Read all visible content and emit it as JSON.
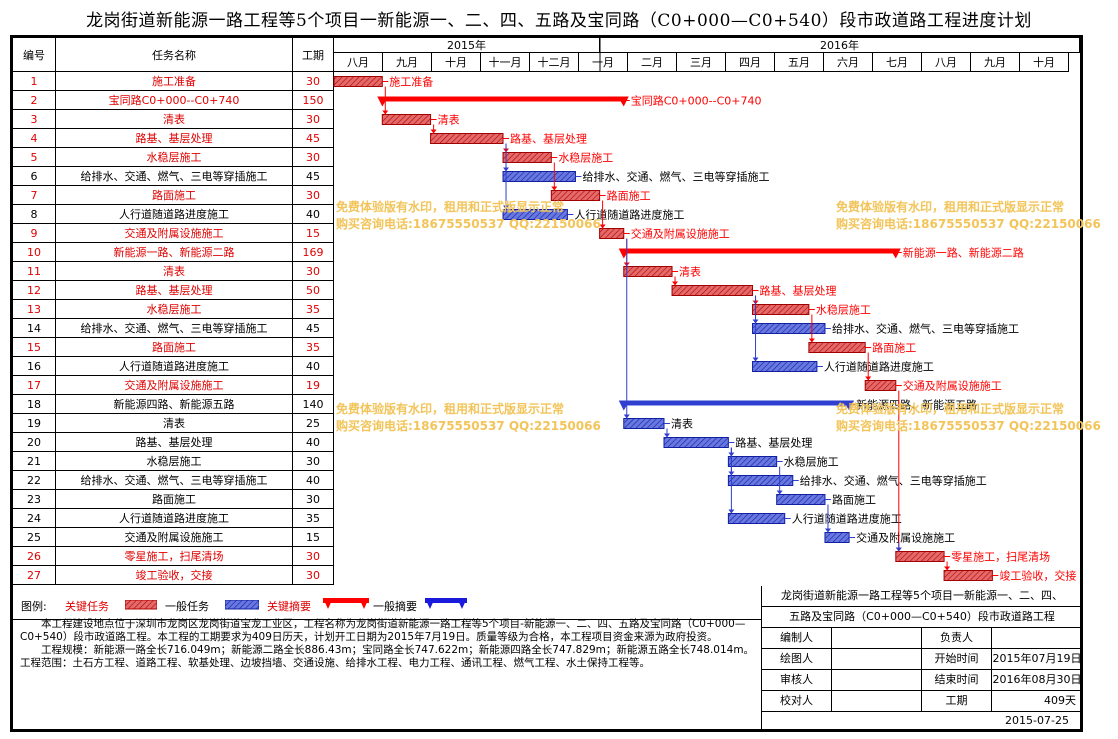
{
  "title": "龙岗街道新能源一路工程等5个项目一新能源一、二、四、五路及宝同路（C0+000—C0+540）段市政道路工程进度计划",
  "columns": {
    "id": "编号",
    "name": "任务名称",
    "duration": "工期"
  },
  "years": [
    "2015年",
    "2016年"
  ],
  "months": [
    "八月",
    "九月",
    "十月",
    "十一月",
    "十二月",
    "一月",
    "二月",
    "三月",
    "四月",
    "五月",
    "六月",
    "七月",
    "八月",
    "九月",
    "十月"
  ],
  "colors": {
    "critical": "#ff0000",
    "normal": "#2f3fd0",
    "critical_bar": "#d94040",
    "normal_bar": "#3f50d8"
  },
  "tasks": [
    {
      "id": "1",
      "name": "施工准备",
      "duration": "30",
      "critical": true,
      "summary": false,
      "start": "2015-07-19",
      "end": "2015-08-17",
      "label": "施工准备"
    },
    {
      "id": "2",
      "name": "宝同路C0+000--C0+740",
      "duration": "150",
      "critical": true,
      "summary": true,
      "start": "2015-08-18",
      "end": "2016-01-14",
      "label": "宝同路C0+000--C0+740"
    },
    {
      "id": "3",
      "name": "清表",
      "duration": "30",
      "critical": true,
      "summary": false,
      "start": "2015-08-18",
      "end": "2015-09-16",
      "label": "清表"
    },
    {
      "id": "4",
      "name": "路基、基层处理",
      "duration": "45",
      "critical": true,
      "summary": false,
      "start": "2015-09-17",
      "end": "2015-10-31",
      "label": "路基、基层处理"
    },
    {
      "id": "5",
      "name": "水稳层施工",
      "duration": "30",
      "critical": true,
      "summary": false,
      "start": "2015-11-01",
      "end": "2015-11-30",
      "label": "水稳层施工"
    },
    {
      "id": "6",
      "name": "给排水、交通、燃气、三电等穿插施工",
      "duration": "45",
      "critical": false,
      "summary": false,
      "start": "2015-11-01",
      "end": "2015-12-15",
      "label": "给排水、交通、燃气、三电等穿插施工"
    },
    {
      "id": "7",
      "name": "路面施工",
      "duration": "30",
      "critical": true,
      "summary": false,
      "start": "2015-12-01",
      "end": "2015-12-30",
      "label": "路面施工"
    },
    {
      "id": "8",
      "name": "人行道随道路进度施工",
      "duration": "40",
      "critical": false,
      "summary": false,
      "start": "2015-11-01",
      "end": "2015-12-10",
      "label": "人行道随道路进度施工"
    },
    {
      "id": "9",
      "name": "交通及附属设施施工",
      "duration": "15",
      "critical": true,
      "summary": false,
      "start": "2015-12-31",
      "end": "2016-01-14",
      "label": "交通及附属设施施工"
    },
    {
      "id": "10",
      "name": "新能源一路、新能源二路",
      "duration": "169",
      "critical": true,
      "summary": true,
      "start": "2016-01-15",
      "end": "2016-07-01",
      "label": "新能源一路、新能源二路"
    },
    {
      "id": "11",
      "name": "清表",
      "duration": "30",
      "critical": true,
      "summary": false,
      "start": "2016-01-15",
      "end": "2016-02-13",
      "label": "清表"
    },
    {
      "id": "12",
      "name": "路基、基层处理",
      "duration": "50",
      "critical": true,
      "summary": false,
      "start": "2016-02-14",
      "end": "2016-04-03",
      "label": "路基、基层处理"
    },
    {
      "id": "13",
      "name": "水稳层施工",
      "duration": "35",
      "critical": true,
      "summary": false,
      "start": "2016-04-04",
      "end": "2016-05-08",
      "label": "水稳层施工"
    },
    {
      "id": "14",
      "name": "给排水、交通、燃气、三电等穿插施工",
      "duration": "45",
      "critical": false,
      "summary": false,
      "start": "2016-04-04",
      "end": "2016-05-18",
      "label": "给排水、交通、燃气、三电等穿插施工"
    },
    {
      "id": "15",
      "name": "路面施工",
      "duration": "35",
      "critical": true,
      "summary": false,
      "start": "2016-05-09",
      "end": "2016-06-12",
      "label": "路面施工"
    },
    {
      "id": "16",
      "name": "人行道随道路进度施工",
      "duration": "40",
      "critical": false,
      "summary": false,
      "start": "2016-04-04",
      "end": "2016-05-13",
      "label": "人行道随道路进度施工"
    },
    {
      "id": "17",
      "name": "交通及附属设施施工",
      "duration": "19",
      "critical": true,
      "summary": false,
      "start": "2016-06-13",
      "end": "2016-07-01",
      "label": "交通及附属设施施工"
    },
    {
      "id": "18",
      "name": "新能源四路、新能源五路",
      "duration": "140",
      "critical": false,
      "summary": true,
      "start": "2016-01-15",
      "end": "2016-06-02",
      "label": "新能源四路、新能源五路"
    },
    {
      "id": "19",
      "name": "清表",
      "duration": "25",
      "critical": false,
      "summary": false,
      "start": "2016-01-15",
      "end": "2016-02-08",
      "label": "清表"
    },
    {
      "id": "20",
      "name": "路基、基层处理",
      "duration": "40",
      "critical": false,
      "summary": false,
      "start": "2016-02-09",
      "end": "2016-03-19",
      "label": "路基、基层处理"
    },
    {
      "id": "21",
      "name": "水稳层施工",
      "duration": "30",
      "critical": false,
      "summary": false,
      "start": "2016-03-20",
      "end": "2016-04-18",
      "label": "水稳层施工"
    },
    {
      "id": "22",
      "name": "给排水、交通、燃气、三电等穿插施工",
      "duration": "40",
      "critical": false,
      "summary": false,
      "start": "2016-03-20",
      "end": "2016-04-28",
      "label": "给排水、交通、燃气、三电等穿插施工"
    },
    {
      "id": "23",
      "name": "路面施工",
      "duration": "30",
      "critical": false,
      "summary": false,
      "start": "2016-04-19",
      "end": "2016-05-18",
      "label": "路面施工"
    },
    {
      "id": "24",
      "name": "人行道随道路进度施工",
      "duration": "35",
      "critical": false,
      "summary": false,
      "start": "2016-03-20",
      "end": "2016-04-23",
      "label": "人行道随道路进度施工"
    },
    {
      "id": "25",
      "name": "交通及附属设施施工",
      "duration": "15",
      "critical": false,
      "summary": false,
      "start": "2016-05-19",
      "end": "2016-06-02",
      "label": "交通及附属设施施工"
    },
    {
      "id": "26",
      "name": "零星施工，扫尾清场",
      "duration": "30",
      "critical": true,
      "summary": false,
      "start": "2016-07-02",
      "end": "2016-07-31",
      "label": "零星施工，扫尾清场"
    },
    {
      "id": "27",
      "name": "竣工验收，交接",
      "duration": "30",
      "critical": true,
      "summary": false,
      "start": "2016-08-01",
      "end": "2016-08-30",
      "label": "竣工验收，交接"
    }
  ],
  "watermark": {
    "line1": "免费体验版有水印，租用和正式版显示正常",
    "line2": "购买咨询电话:18675550537 QQ:22150066"
  },
  "legend": {
    "title": "图例:",
    "critical_task": "关键任务",
    "normal_task": "一般任务",
    "critical_summary": "关键摘要",
    "normal_summary": "一般摘要"
  },
  "description": [
    "本工程建设地点位于深圳市龙岗区龙岗街道宝龙工业区，工程名称为龙岗街道新能源一路工程等5个项目-新能源一、二、四、五路及宝同路（C0+000—C0+540）段市政道路工程。本工程的工期要求为409日历天，计划开工日期为2015年7月19日。质量等级为合格，本工程项目资金来源为政府投资。",
    "工程规模：新能源一路全长716.049m；新能源二路全长886.43m；宝同路全长747.622m；新能源四路全长747.829m；新能源五路全长748.014m。工程范围：土石方工程、道路工程、软基处理、边坡挡墙、交通设施、给排水工程、电力工程、通讯工程、燃气工程、水土保持工程等。"
  ],
  "info": {
    "project_line1": "龙岗街道新能源一路工程等5个项目一新能源一、二、四、",
    "project_line2": "五路及宝同路（C0+000—C0+540）段市政道路工程",
    "editor_label": "编制人",
    "owner_label": "负责人",
    "drawer_label": "绘图人",
    "start_label": "开始时间",
    "start_value": "2015年07月19日",
    "reviewer_label": "审核人",
    "end_label": "结束时间",
    "end_value": "2016年08月30日",
    "checker_label": "校对人",
    "duration_label": "工期",
    "duration_value": "409天",
    "date": "2015-07-25"
  }
}
